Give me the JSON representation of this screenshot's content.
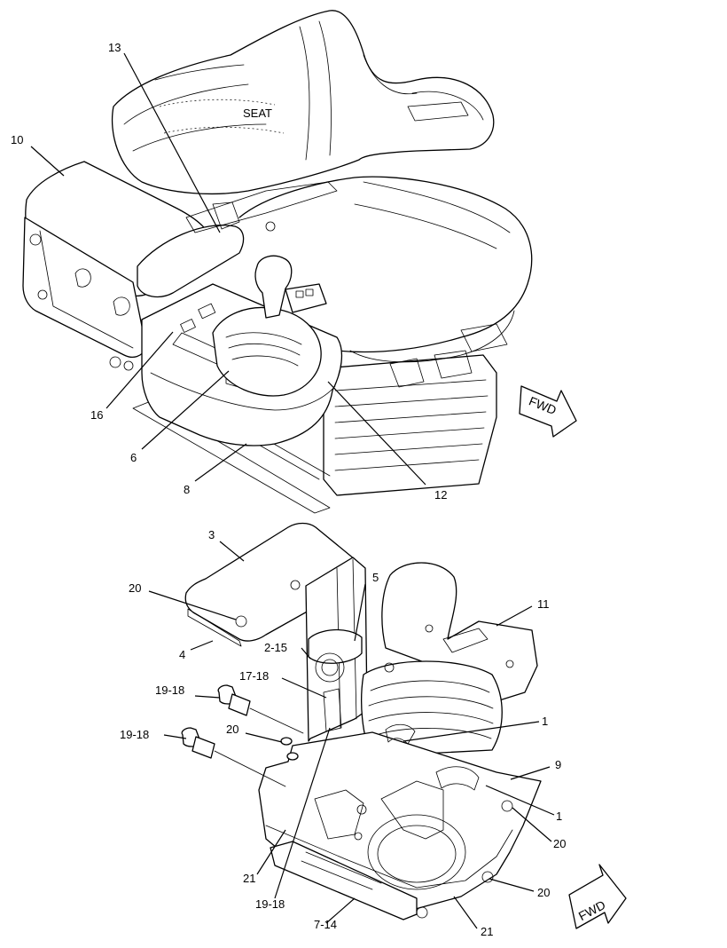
{
  "seat_label": "SEAT",
  "fwd_top": "FWD",
  "fwd_bottom": "FWD",
  "callouts": {
    "c13": "13",
    "c10": "10",
    "c16": "16",
    "c6": "6",
    "c8": "8",
    "c12": "12",
    "c3": "3",
    "c20a": "20",
    "c4": "4",
    "c5": "5",
    "c11": "11",
    "c2_15": "2-15",
    "c17_18": "17-18",
    "c19_18a": "19-18",
    "c19_18b": "19-18",
    "c20b": "20",
    "c1a": "1",
    "c9": "9",
    "c1b": "1",
    "c20c": "20",
    "c21a": "21",
    "c20d": "20",
    "c19_18c": "19-18",
    "c7_14": "7-14",
    "c21b": "21"
  }
}
